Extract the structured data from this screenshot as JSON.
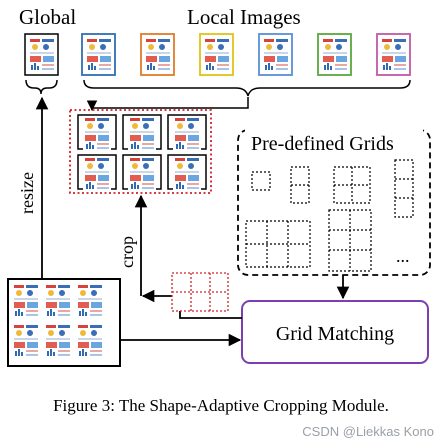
{
  "labels": {
    "global": "Global",
    "local_images": "Local Images",
    "predefined_grids": "Pre-defined Grids",
    "grid_matching": "Grid Matching",
    "resize": "resize",
    "crop": "crop",
    "ellipsis": "...",
    "caption": "Figure 3: The Shape-Adaptive Cropping Module.",
    "watermark": "CSDN @Liekkas Kono"
  },
  "colors": {
    "local_frames": [
      "#2f6fb3",
      "#e07b2a",
      "#e0c21a",
      "#5b8fd6",
      "#5aa83c",
      "#c05aa8"
    ],
    "crop_grid": "#d0202a",
    "grid_matching_border": "#7b3fb0",
    "arrow": "#000000"
  }
}
